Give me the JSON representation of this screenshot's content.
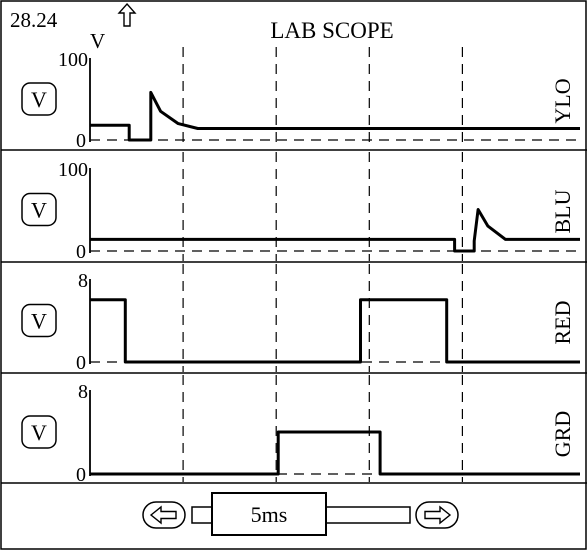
{
  "header": {
    "readout_value": "28.24",
    "readout_unit": "V",
    "readout_icon": "arrow-up-outline-icon",
    "title": "LAB SCOPE"
  },
  "timebase": {
    "label": "5ms",
    "left_icon": "arrow-left-outline-icon",
    "right_icon": "arrow-right-outline-icon"
  },
  "chart_data": [
    {
      "type": "line",
      "title": "",
      "series": [
        {
          "name": "YLO",
          "values": []
        }
      ],
      "channel": "YLO",
      "unit_button": "V",
      "x": [
        0,
        2,
        2,
        3.1,
        3.1,
        3.6,
        4.5,
        5.5,
        25
      ],
      "y": [
        18,
        18,
        0,
        0,
        58,
        35,
        20,
        14,
        14
      ],
      "ylim": [
        0,
        100
      ],
      "ytick_labels": [
        "100",
        "0"
      ],
      "xlim": [
        0,
        25
      ],
      "grid": "dashed",
      "vertical_grid_x": [
        4.75,
        9.5,
        14.25,
        19.0
      ],
      "reference_line": 0
    },
    {
      "type": "line",
      "title": "",
      "series": [
        {
          "name": "BLU",
          "values": []
        }
      ],
      "channel": "BLU",
      "unit_button": "V",
      "x": [
        0,
        18.6,
        18.6,
        19.6,
        19.6,
        19.8,
        20.3,
        21.2,
        25
      ],
      "y": [
        14,
        14,
        0,
        0,
        12,
        50,
        30,
        14,
        14
      ],
      "ylim": [
        0,
        100
      ],
      "ytick_labels": [
        "100",
        "0"
      ],
      "xlim": [
        0,
        25
      ],
      "grid": "dashed",
      "vertical_grid_x": [
        4.75,
        9.5,
        14.25,
        19.0
      ],
      "reference_line": 0
    },
    {
      "type": "line",
      "title": "",
      "series": [
        {
          "name": "RED",
          "values": []
        }
      ],
      "channel": "RED",
      "unit_button": "V",
      "x": [
        0,
        1.8,
        1.8,
        13.8,
        13.8,
        18.2,
        18.2,
        25
      ],
      "y": [
        6,
        6,
        0,
        0,
        6,
        6,
        0,
        0
      ],
      "ylim": [
        0,
        8
      ],
      "ytick_labels": [
        "8",
        "0"
      ],
      "xlim": [
        0,
        25
      ],
      "grid": "dashed",
      "vertical_grid_x": [
        4.75,
        9.5,
        14.25,
        19.0
      ],
      "reference_line": 0
    },
    {
      "type": "line",
      "title": "",
      "series": [
        {
          "name": "GRD",
          "values": []
        }
      ],
      "channel": "GRD",
      "unit_button": "V",
      "x": [
        0,
        9.6,
        9.6,
        14.8,
        14.8,
        25
      ],
      "y": [
        0,
        0,
        4,
        4,
        0,
        0
      ],
      "ylim": [
        0,
        8
      ],
      "ytick_labels": [
        "8",
        "0"
      ],
      "xlim": [
        0,
        25
      ],
      "grid": "dashed",
      "vertical_grid_x": [
        4.75,
        9.5,
        14.25,
        19.0
      ],
      "reference_line": 0
    }
  ]
}
